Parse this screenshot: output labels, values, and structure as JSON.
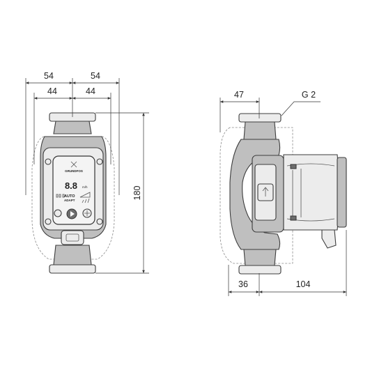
{
  "drawing": {
    "front_view": {
      "dim_overall_left": "54",
      "dim_overall_right": "54",
      "dim_flange_left": "44",
      "dim_flange_right": "44",
      "dim_height": "180",
      "display": {
        "brand_mark": "GRUNDFOS",
        "digits": "8.8",
        "unit": "m/h",
        "mode_line1": "AUTO",
        "mode_line2": "ADAPT"
      }
    },
    "side_view": {
      "dim_offset_top": "47",
      "thread_label": "G 2",
      "dim_offset_bottom": "36",
      "dim_motor_length": "104"
    }
  }
}
